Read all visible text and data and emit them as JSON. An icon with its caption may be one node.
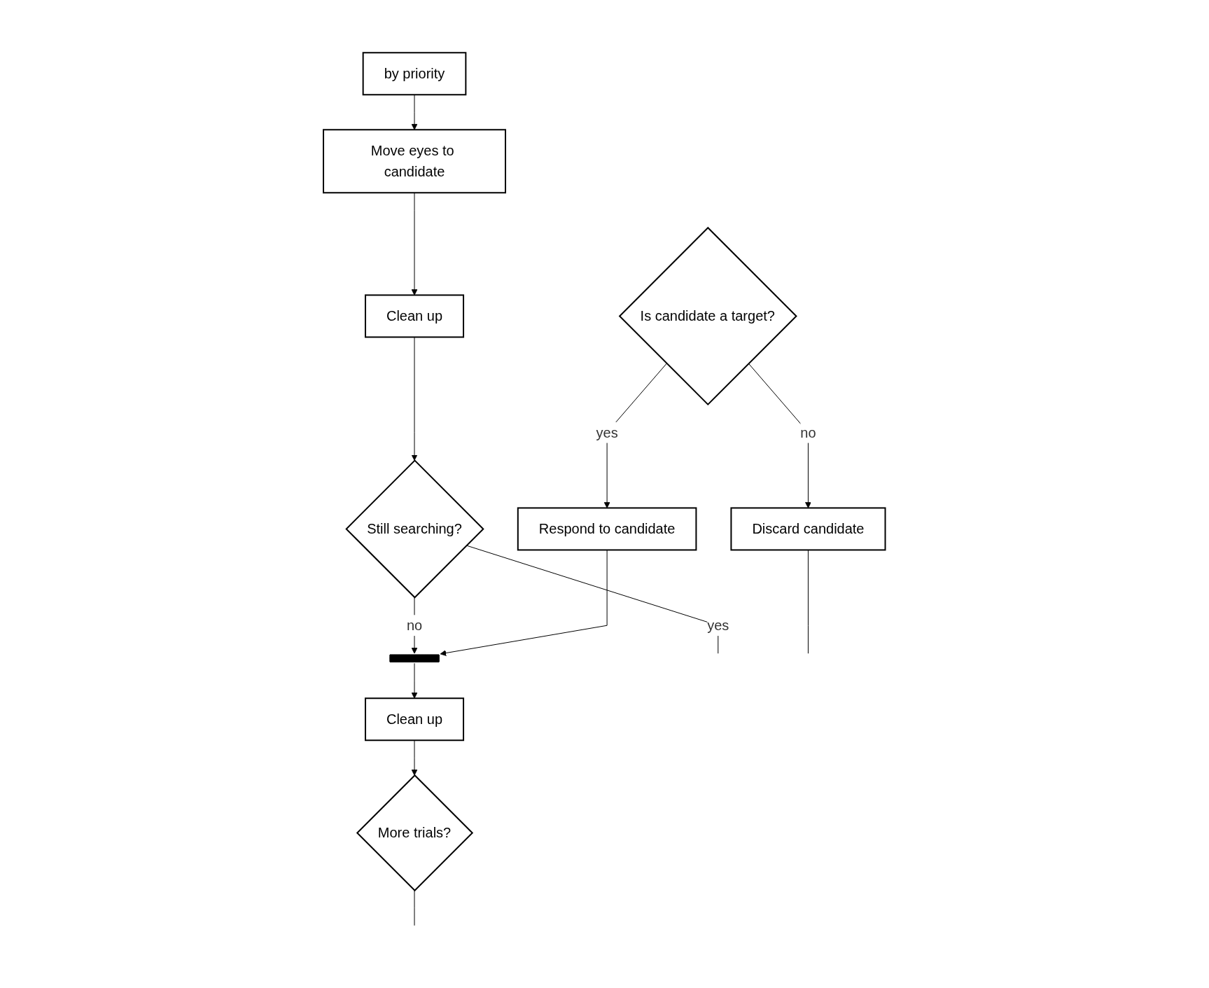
{
  "diagram": {
    "nodes": [
      {
        "text": [
          "by priority"
        ]
      },
      {
        "text": [
          "Move eyes to candidate"
        ]
      },
      {
        "text": [
          "Clean up"
        ]
      },
      {
        "text": [
          "Still searching?"
        ]
      },
      {
        "text": [
          "Is candidate a target?"
        ]
      },
      {
        "text": [
          "Discard candidate"
        ]
      },
      {
        "text": [
          "Respond to candidate"
        ]
      },
      {
        "text": [],
        "shape": "bar"
      },
      {
        "text": [
          "Clean up"
        ]
      },
      {
        "text": [
          "More trials?"
        ]
      }
    ],
    "edges": [
      {
        "from": 0,
        "to": 1,
        "arrow": "to"
      },
      {
        "from": 1,
        "to": 2,
        "arrow": "to"
      },
      {
        "from": 2,
        "to": 3,
        "arrow": "to"
      },
      {
        "from": 3,
        "to": null,
        "label": "yes",
        "arrow": "none"
      },
      {
        "from": 4,
        "to": 5,
        "label": "no",
        "arrow": "to"
      },
      {
        "from": 4,
        "to": 6,
        "label": "yes",
        "arrow": "to"
      },
      {
        "from": 5,
        "to": null,
        "arrow": "none"
      },
      {
        "from": 3,
        "to": 7,
        "label": "no",
        "arrow": "to"
      },
      {
        "from": 6,
        "to": 7,
        "arrow": "to"
      },
      {
        "from": 7,
        "to": 8,
        "arrow": "to"
      },
      {
        "from": 8,
        "to": 9,
        "arrow": "to"
      },
      {
        "from": 9,
        "to": null,
        "arrow": "none"
      }
    ]
  }
}
